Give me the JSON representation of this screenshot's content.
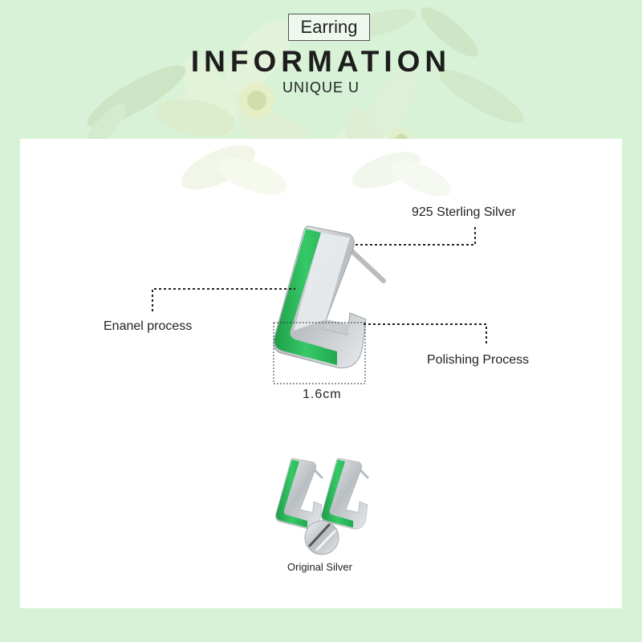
{
  "header": {
    "tag": "Earring",
    "title": "INFORMATION",
    "subtitle": "UNIQUE U"
  },
  "callouts": {
    "material": "925 Sterling Silver",
    "enamel": "Enanel process",
    "polishing": "Polishing Process",
    "size": "1.6cm"
  },
  "footer": {
    "caption": "Original Silver"
  },
  "colors": {
    "background": "#d7f2d6",
    "panel": "#ffffff",
    "enamel_green": "#2fbf5e",
    "silver": "#d9dde0"
  }
}
